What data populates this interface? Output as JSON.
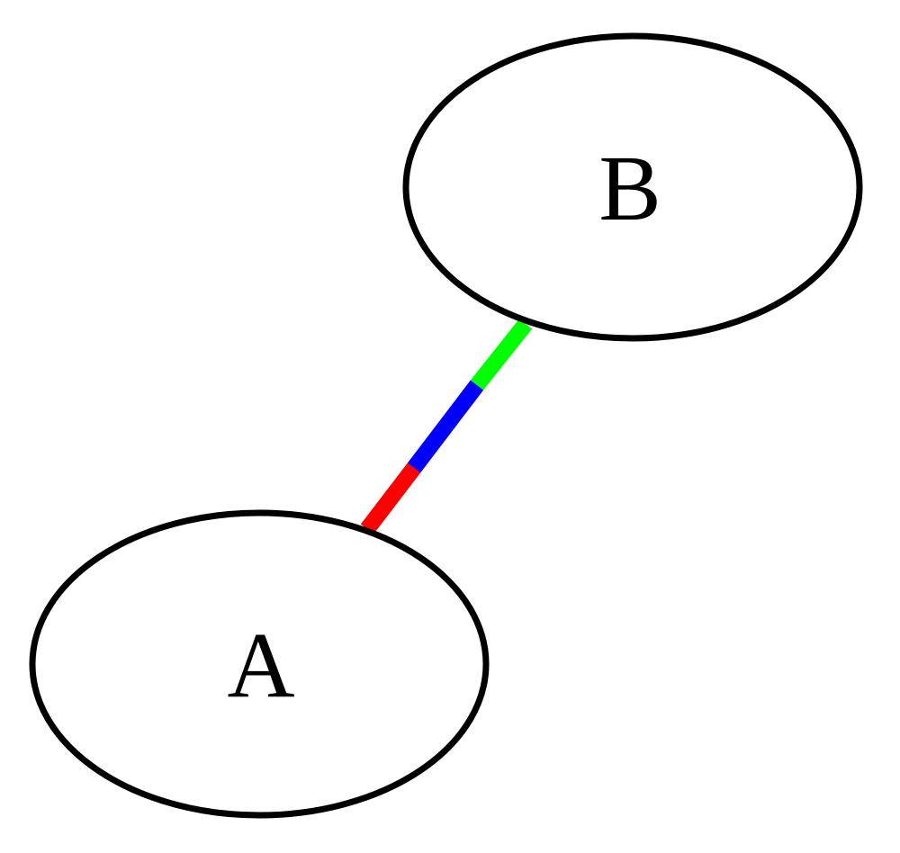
{
  "nodes": {
    "a": {
      "label": "A"
    },
    "b": {
      "label": "B"
    }
  },
  "edge": {
    "from": "A",
    "to": "B",
    "colors": [
      "#ff0000",
      "#0000ff",
      "#00ff00"
    ]
  }
}
